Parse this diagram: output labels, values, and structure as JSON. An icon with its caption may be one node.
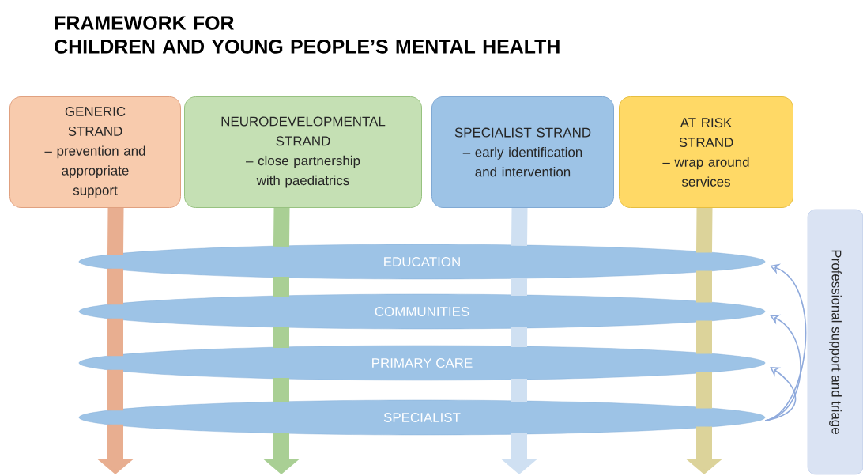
{
  "diagram": {
    "title": "FRAMEWORK FOR CHILDREN AND YOUNG PEOPLE’S MENTAL HEALTH",
    "nodes": [
      {
        "text": [
          "GENERIC STRAND",
          "– prevention and appropriate support"
        ]
      },
      {
        "text": [
          "NEURODEVELOPMENTAL STRAND",
          "– close partnership with paediatrics"
        ]
      },
      {
        "text": [
          "SPECIALIST STRAND",
          "– early identification and intervention"
        ]
      },
      {
        "text": [
          "AT RISK STRAND",
          "– wrap around services"
        ]
      },
      {
        "text": [
          "EDUCATION"
        ]
      },
      {
        "text": [
          "COMMUNITIES"
        ]
      },
      {
        "text": [
          "PRIMARY CARE"
        ]
      },
      {
        "text": [
          "SPECIALIST"
        ]
      },
      {
        "text": [
          "Professional support and triage"
        ]
      }
    ],
    "edges": [
      {
        "from": 0,
        "to": null,
        "arrow": "to",
        "color": "#e8ae90"
      },
      {
        "from": 1,
        "to": null,
        "arrow": "to",
        "color": "#a9cf94"
      },
      {
        "from": 2,
        "to": null,
        "arrow": "to",
        "color": "#cfe0f2"
      },
      {
        "from": 3,
        "to": null,
        "arrow": "to",
        "color": "#dcd39a"
      },
      {
        "from": 7,
        "to": 4,
        "arrow": "to"
      },
      {
        "from": 7,
        "to": 5,
        "arrow": "to"
      },
      {
        "from": 7,
        "to": 6,
        "arrow": "to"
      }
    ]
  }
}
